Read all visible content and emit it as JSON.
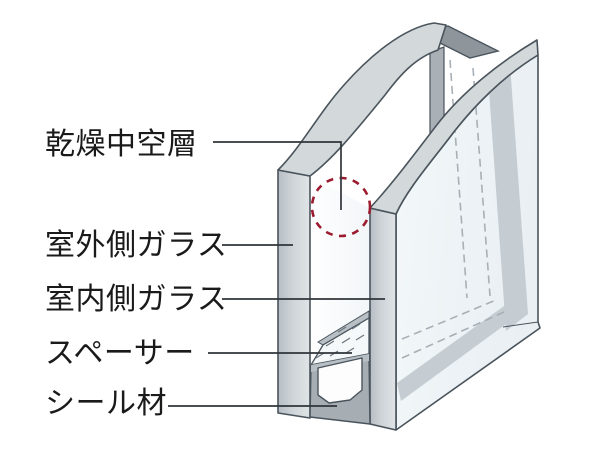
{
  "figure": {
    "description_labels": [
      {
        "id": "dry-air-space",
        "text": "乾燥中空層"
      },
      {
        "id": "outdoor-glass",
        "text": "室外側ガラス"
      },
      {
        "id": "indoor-glass",
        "text": "室内側ガラス"
      },
      {
        "id": "spacer",
        "text": "スペーサー"
      },
      {
        "id": "sealant",
        "text": "シール材"
      }
    ],
    "colors": {
      "accent_red": "#9b1b2f",
      "outline": "#4a545c",
      "glass_gray": "#ccd2d6",
      "cut_band_gray": "#d3d8db",
      "seal_gray": "#a6aeb4",
      "spacer_dark": "#8e969c",
      "hidden_line_gray": "#a8b0b6",
      "label_color": "#1a1a1a",
      "leader_line_color": "#2f353a"
    }
  }
}
